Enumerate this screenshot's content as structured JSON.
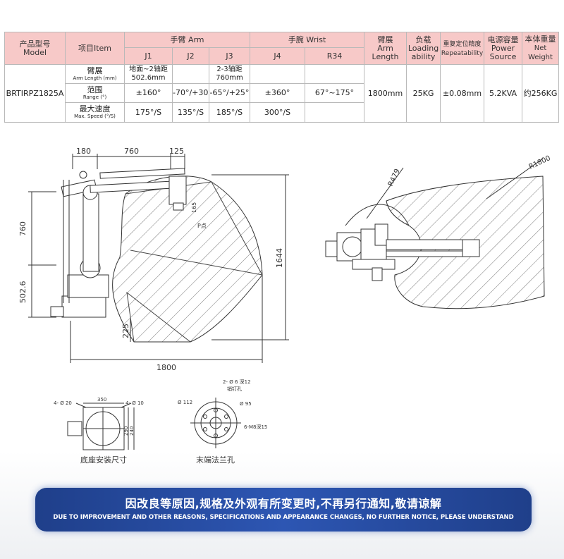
{
  "table": {
    "header": {
      "model_zh": "产品型号",
      "model_en": "Model",
      "item": "项目Item",
      "arm": "手臂 Arm",
      "wrist": "手腕 Wrist",
      "armspan_zh": "臂展",
      "armspan_en": "Arm Length",
      "load_zh": "负载",
      "load_en1": "Loading",
      "load_en2": "ability",
      "repeat_zh": "重复定位精度",
      "repeat_en": "Repeatability",
      "power_zh": "电源容量",
      "power_en1": "Power",
      "power_en2": "Source",
      "weight_zh": "本体重量",
      "weight_en": "Net Weight",
      "j1": "J1",
      "j2": "J2",
      "j3": "J3",
      "j4": "J4",
      "r34": "R34"
    },
    "model_value": "BRTIRPZ1825A",
    "rows": {
      "length_zh": "臂展",
      "length_en": "Arm Length (mm)",
      "range_zh": "范围",
      "range_en": "Range (°)",
      "speed_zh": "最大速度",
      "speed_en": "Max. Speed (°/S)"
    },
    "values": {
      "len_j1_a": "地面~2轴距",
      "len_j1_b": "502.6mm",
      "len_j3_a": "2-3轴距",
      "len_j3_b": "760mm",
      "range_j1": "±160°",
      "range_j2": "-70°/+30°",
      "range_j3": "-65°/+25°",
      "range_j4": "±360°",
      "range_r34": "67°~175°",
      "speed_j1": "175°/S",
      "speed_j2": "135°/S",
      "speed_j3": "185°/S",
      "speed_j4": "300°/S",
      "armspan": "1800mm",
      "load": "25KG",
      "repeat": "±0.08mm",
      "power": "5.2KVA",
      "weight": "约256KG"
    }
  },
  "drawing": {
    "dims": {
      "d180": "180",
      "d760top": "760",
      "d125": "125",
      "d760side": "760",
      "d5026": "502.6",
      "d225": "225",
      "d1800": "1800",
      "d1644": "1644",
      "d165": "165",
      "r479": "R479",
      "r1800": "R1800",
      "p_point": "P点"
    },
    "base": {
      "d350": "350",
      "d290": "290",
      "d240": "240",
      "hole20": "4- Ø 20",
      "hole10": "4- Ø 10",
      "caption": "底座安装尺寸"
    },
    "flange": {
      "pin": "2- Ø 6 深12",
      "pin2": "销钉孔",
      "d112": "Ø 112",
      "d95": "Ø 95",
      "m8": "6-M8深15",
      "caption": "末端法兰孔"
    }
  },
  "banner": {
    "zh": "因改良等原因,规格及外观有所变更时,不再另行通知,敬请谅解",
    "en": "DUE TO IMPROVEMENT AND OTHER REASONS, SPECIFICATIONS AND APPEARANCE CHANGES, NO FURTHER NOTICE, PLEASE UNDERSTAND"
  }
}
